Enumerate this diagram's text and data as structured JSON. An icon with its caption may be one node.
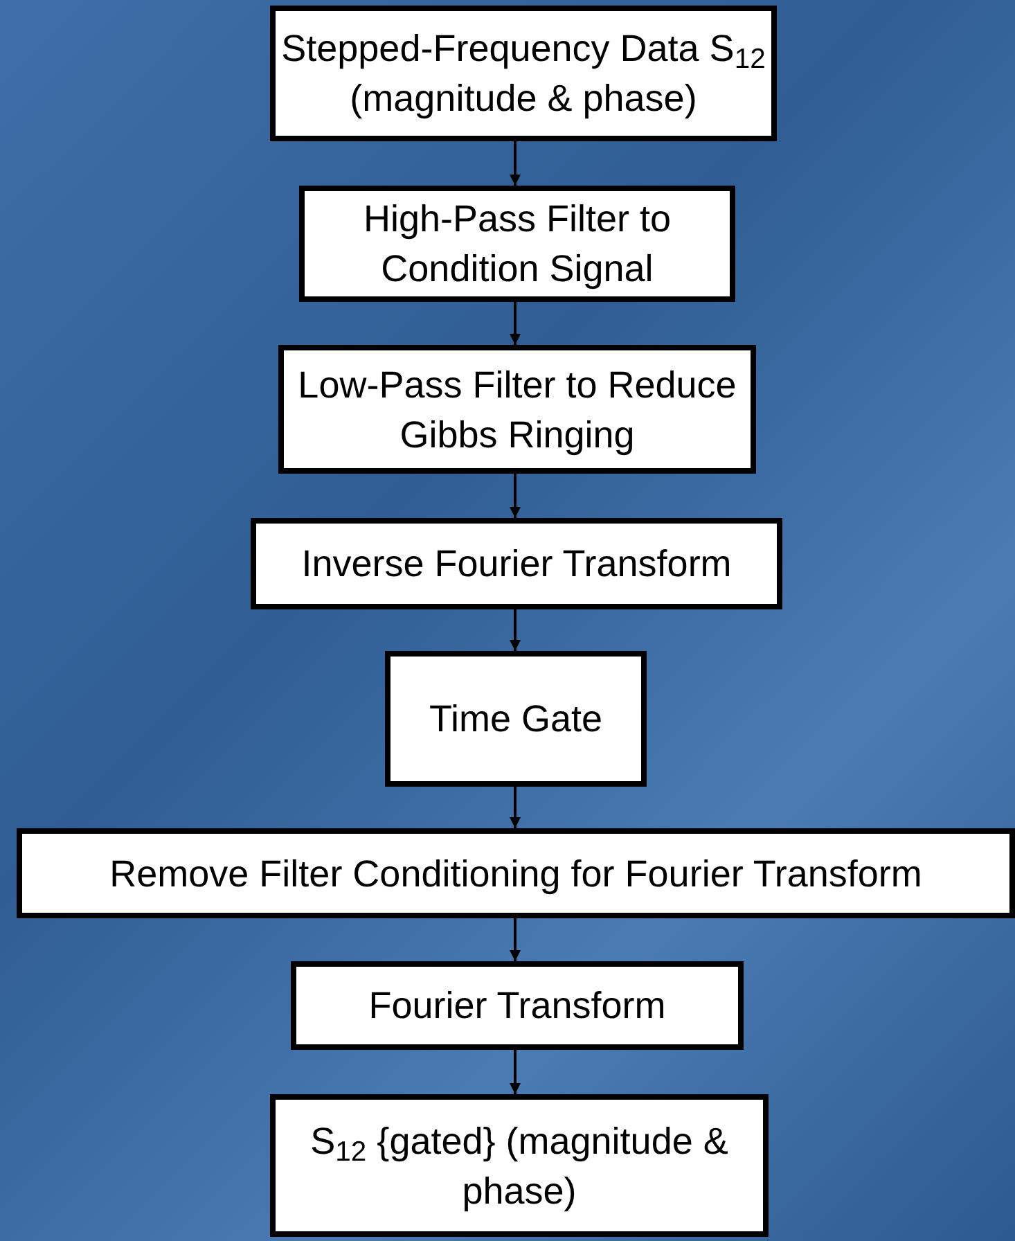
{
  "diagram": {
    "nodes": [
      {
        "text": [
          "Stepped-Frequency Data S$_{12}$ (magnitude & phase)"
        ]
      },
      {
        "text": [
          "High-Pass Filter to Condition Signal"
        ]
      },
      {
        "text": [
          "Low-Pass Filter to Reduce Gibbs Ringing"
        ]
      },
      {
        "text": [
          "Inverse Fourier Transform"
        ]
      },
      {
        "text": [
          "Time Gate"
        ]
      },
      {
        "text": [
          "Remove Filter Conditioning for Fourier Transform"
        ]
      },
      {
        "text": [
          "Fourier Transform"
        ]
      },
      {
        "text": [
          "S$_{12}$ {gated} (magnitude & phase)"
        ]
      }
    ],
    "edges": [
      {
        "from": 0,
        "to": 1,
        "arrow": "to"
      },
      {
        "from": 1,
        "to": 2,
        "arrow": "to"
      },
      {
        "from": 2,
        "to": 3,
        "arrow": "to"
      },
      {
        "from": 3,
        "to": 4,
        "arrow": "to"
      },
      {
        "from": 4,
        "to": 5,
        "arrow": "to"
      },
      {
        "from": 5,
        "to": 6,
        "arrow": "to"
      },
      {
        "from": 6,
        "to": 7,
        "arrow": "to"
      }
    ]
  }
}
